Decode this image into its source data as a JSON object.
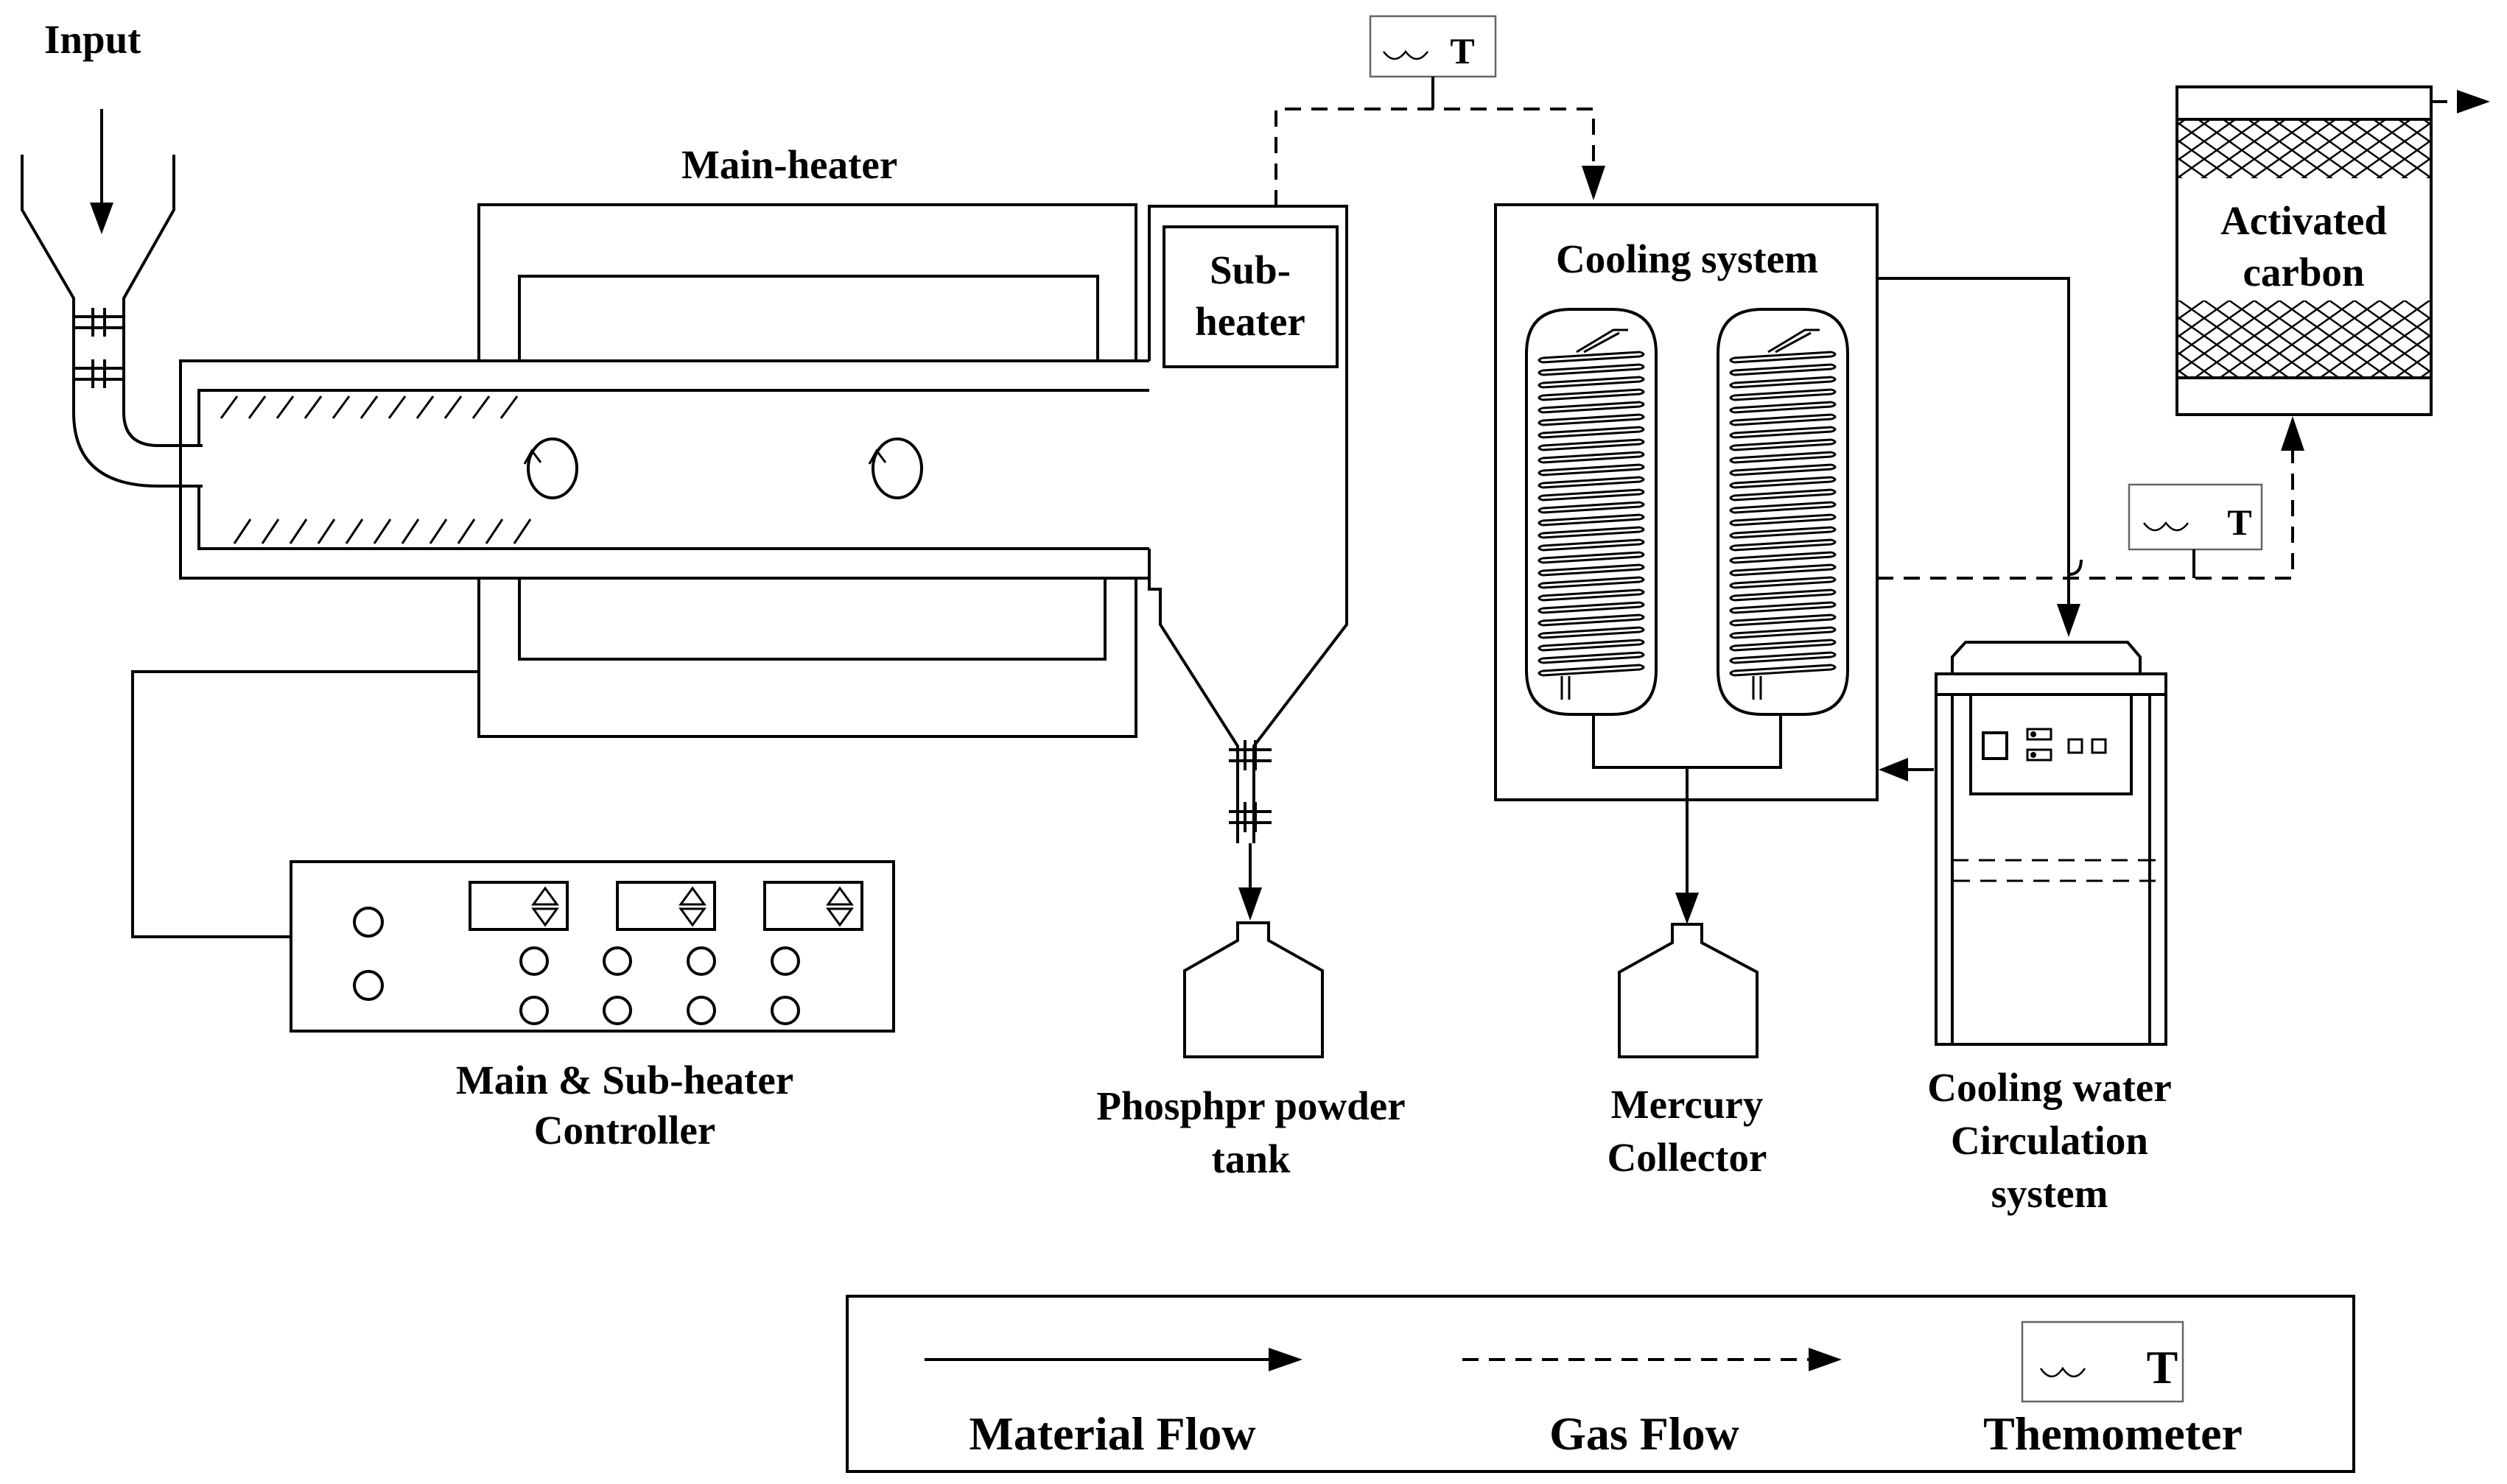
{
  "labels": {
    "input": "Input",
    "main_heater": "Main-heater",
    "sub_heater_line1": "Sub-",
    "sub_heater_line2": "heater",
    "cooling_system": "Cooling system",
    "activated_carbon_line1": "Activated",
    "activated_carbon_line2": "carbon",
    "controller_line1": "Main & Sub-heater",
    "controller_line2": "Controller",
    "phosphor_tank_line1": "Phosphpr powder",
    "phosphor_tank_line2": "tank",
    "mercury_collector_line1": "Mercury",
    "mercury_collector_line2": "Collector",
    "cooling_water_line1": "Cooling water",
    "cooling_water_line2": "Circulation",
    "cooling_water_line3": "system"
  },
  "thermometer": {
    "symbol": "T"
  },
  "legend": {
    "material_flow": "Material Flow",
    "gas_flow": "Gas Flow",
    "thermometer": "Themometer",
    "thermometer_symbol": "T"
  },
  "colors": {
    "line": "#000000",
    "background": "#ffffff",
    "thermometer_border": "#666666"
  }
}
